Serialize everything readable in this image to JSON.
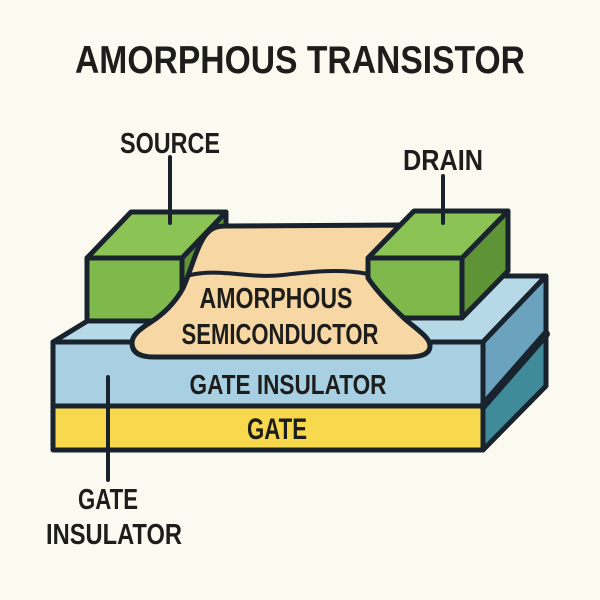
{
  "title": "AMORPHOUS TRANSISTOR",
  "labels": {
    "source": "SOURCE",
    "drain": "DRAIN",
    "semiconductor": [
      "AMORPHOUS",
      "SEMICONDUCTOR"
    ],
    "gate_insulator": "GATE INSULATOR",
    "gate": "GATE",
    "gate_insulator_callout": [
      "GATE",
      "INSULATOR"
    ]
  },
  "colors": {
    "background": "#FBFAF1",
    "outline": "#19232D",
    "text": "#1D1D1B",
    "contact_green_top": "#8CC355",
    "contact_green_front": "#7FB94B",
    "contact_green_side": "#5E9336",
    "semiconductor_tan": "#F7D7A3",
    "insulator_blue_top": "#B6D9E8",
    "insulator_blue_front": "#A8CFE2",
    "insulator_blue_side": "#6BA3BE",
    "gate_yellow": "#F8D84D",
    "gate_side_teal": "#3F8B99"
  }
}
